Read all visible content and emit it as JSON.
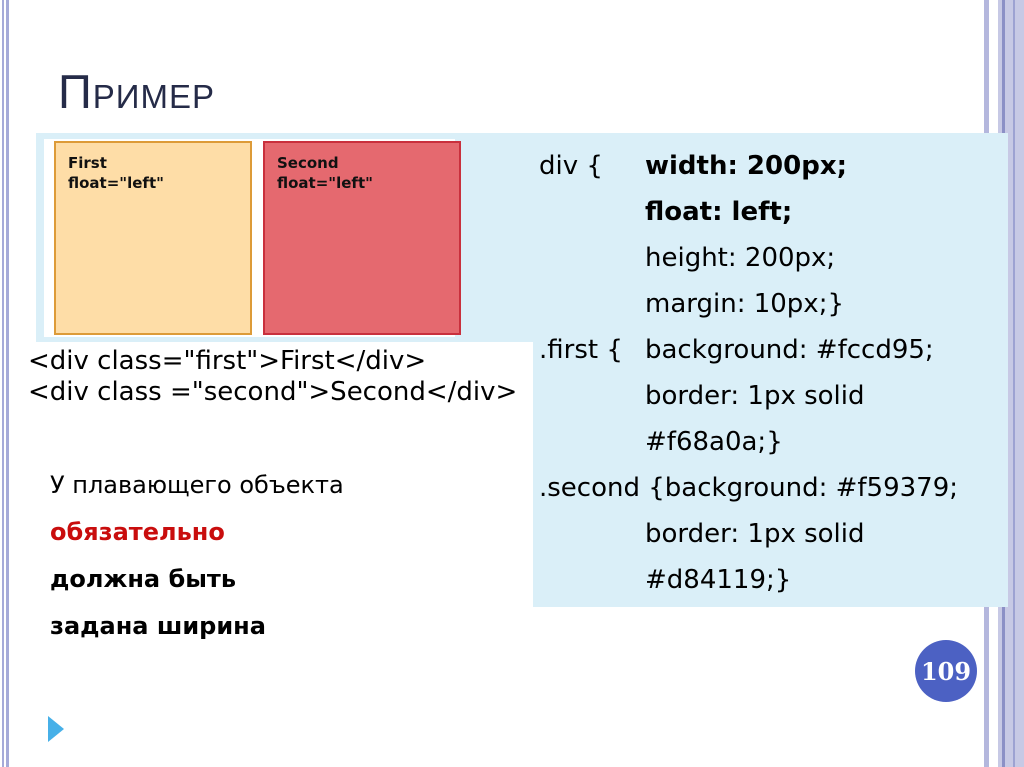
{
  "slide": {
    "title": "Пример",
    "page_number": "109"
  },
  "demo": {
    "boxes": [
      {
        "title": "First",
        "subtitle": "float=\"left\"",
        "fill": "#fedda7",
        "border": "#dd9b38"
      },
      {
        "title": "Second",
        "subtitle": "float=\"left\"",
        "fill": "#e5696f",
        "border": "#c9303d"
      }
    ]
  },
  "html_code": {
    "lines": [
      "<div class=\"first\">First</div>",
      "<div class =\"second\">Second</div>"
    ]
  },
  "css_code": {
    "lines": [
      {
        "sel": "div {",
        "prop": "width: 200px;",
        "bold": true
      },
      {
        "sel": "",
        "prop": "float: left;",
        "bold": true
      },
      {
        "sel": "",
        "prop": "height: 200px;",
        "bold": false
      },
      {
        "sel": "",
        "prop": "margin: 10px;}",
        "bold": false
      },
      {
        "sel": ".first {",
        "prop": "background: #fccd95;",
        "bold": false
      },
      {
        "sel": "",
        "prop": "border: 1px solid",
        "bold": false
      },
      {
        "sel": "",
        "prop": "#f68a0a;}",
        "bold": false
      },
      {
        "sel": ".second {background: #f59379;",
        "prop": "",
        "bold": false
      },
      {
        "sel": "",
        "prop": "border: 1px solid",
        "bold": false
      },
      {
        "sel": "",
        "prop": "#d84119;}",
        "bold": false
      }
    ]
  },
  "note": {
    "lines": [
      {
        "text": "У плавающего объекта"
      },
      {
        "text": "обязательно"
      },
      {
        "text": "должна быть"
      },
      {
        "text": "задана ширина"
      }
    ]
  },
  "colors": {
    "panel_blue": "#daeff8",
    "title": "#252b48",
    "note_red": "#c90d0d",
    "page_circle": "#4c61c3",
    "nav_arrow": "#47b0e8",
    "stripe_light": "#a5aad8",
    "stripe_band": "#c7c9e5",
    "stripe_dark": "#8b90c6"
  }
}
